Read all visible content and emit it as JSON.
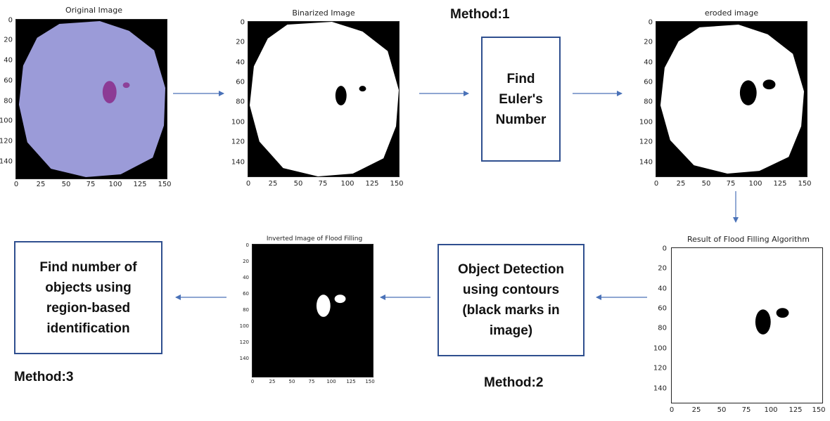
{
  "panels": {
    "original": {
      "title": "Original Image",
      "yticks": [
        "0",
        "20",
        "40",
        "60",
        "80",
        "100",
        "120",
        "140"
      ],
      "xticks": [
        "0",
        "25",
        "50",
        "75",
        "100",
        "125",
        "150"
      ]
    },
    "binarized": {
      "title": "Binarized Image",
      "yticks": [
        "0",
        "20",
        "40",
        "60",
        "80",
        "100",
        "120",
        "140"
      ],
      "xticks": [
        "0",
        "25",
        "50",
        "75",
        "100",
        "125",
        "150"
      ]
    },
    "eroded": {
      "title": "eroded image",
      "yticks": [
        "0",
        "20",
        "40",
        "60",
        "80",
        "100",
        "120",
        "140"
      ],
      "xticks": [
        "0",
        "25",
        "50",
        "75",
        "100",
        "125",
        "150"
      ]
    },
    "flood": {
      "title": "Result of Flood Filling Algorithm",
      "yticks": [
        "0",
        "20",
        "40",
        "60",
        "80",
        "100",
        "120",
        "140"
      ],
      "xticks": [
        "0",
        "25",
        "50",
        "75",
        "100",
        "125",
        "150"
      ]
    },
    "inverted": {
      "title": "Inverted Image of Flood Filling",
      "yticks": [
        "0",
        "20",
        "40",
        "60",
        "80",
        "100",
        "120",
        "140"
      ],
      "xticks": [
        "0",
        "25",
        "50",
        "75",
        "100",
        "125",
        "150"
      ]
    }
  },
  "boxes": {
    "euler": "Find\nEuler's\nNumber",
    "contours": "Object Detection\nusing contours\n(black marks in\nimage)",
    "region": "Find number of\nobjects using\nregion-based\nidentification"
  },
  "methods": {
    "m1": "Method:1",
    "m2": "Method:2",
    "m3": "Method:3"
  },
  "colors": {
    "arrow": "#4a72b8",
    "box_border": "#2f4f8f",
    "cell": "#9b9bd8",
    "stain": "#8a2a8a"
  }
}
